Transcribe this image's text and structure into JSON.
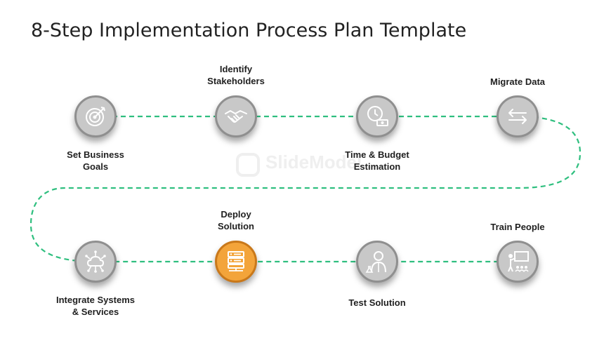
{
  "title": "8-Step Implementation Process Plan Template",
  "watermark": "SlideModel",
  "colors": {
    "path": "#2fbf7f",
    "node": "#c8c8c8",
    "node_border": "#8f8f8f",
    "highlight": "#f3a43a"
  },
  "steps": [
    {
      "label": "Set Business\nGoals",
      "icon": "target-icon"
    },
    {
      "label": "Identify\nStakeholders",
      "icon": "handshake-icon"
    },
    {
      "label": "Time & Budget\nEstimation",
      "icon": "clock-money-icon"
    },
    {
      "label": "Migrate Data",
      "icon": "arrows-exchange-icon"
    },
    {
      "label": "Integrate Systems\n& Services",
      "icon": "cloud-network-icon"
    },
    {
      "label": "Deploy\nSolution",
      "icon": "server-icon",
      "highlighted": true
    },
    {
      "label": "Test Solution",
      "icon": "scientist-icon"
    },
    {
      "label": "Train People",
      "icon": "presenter-icon"
    }
  ]
}
